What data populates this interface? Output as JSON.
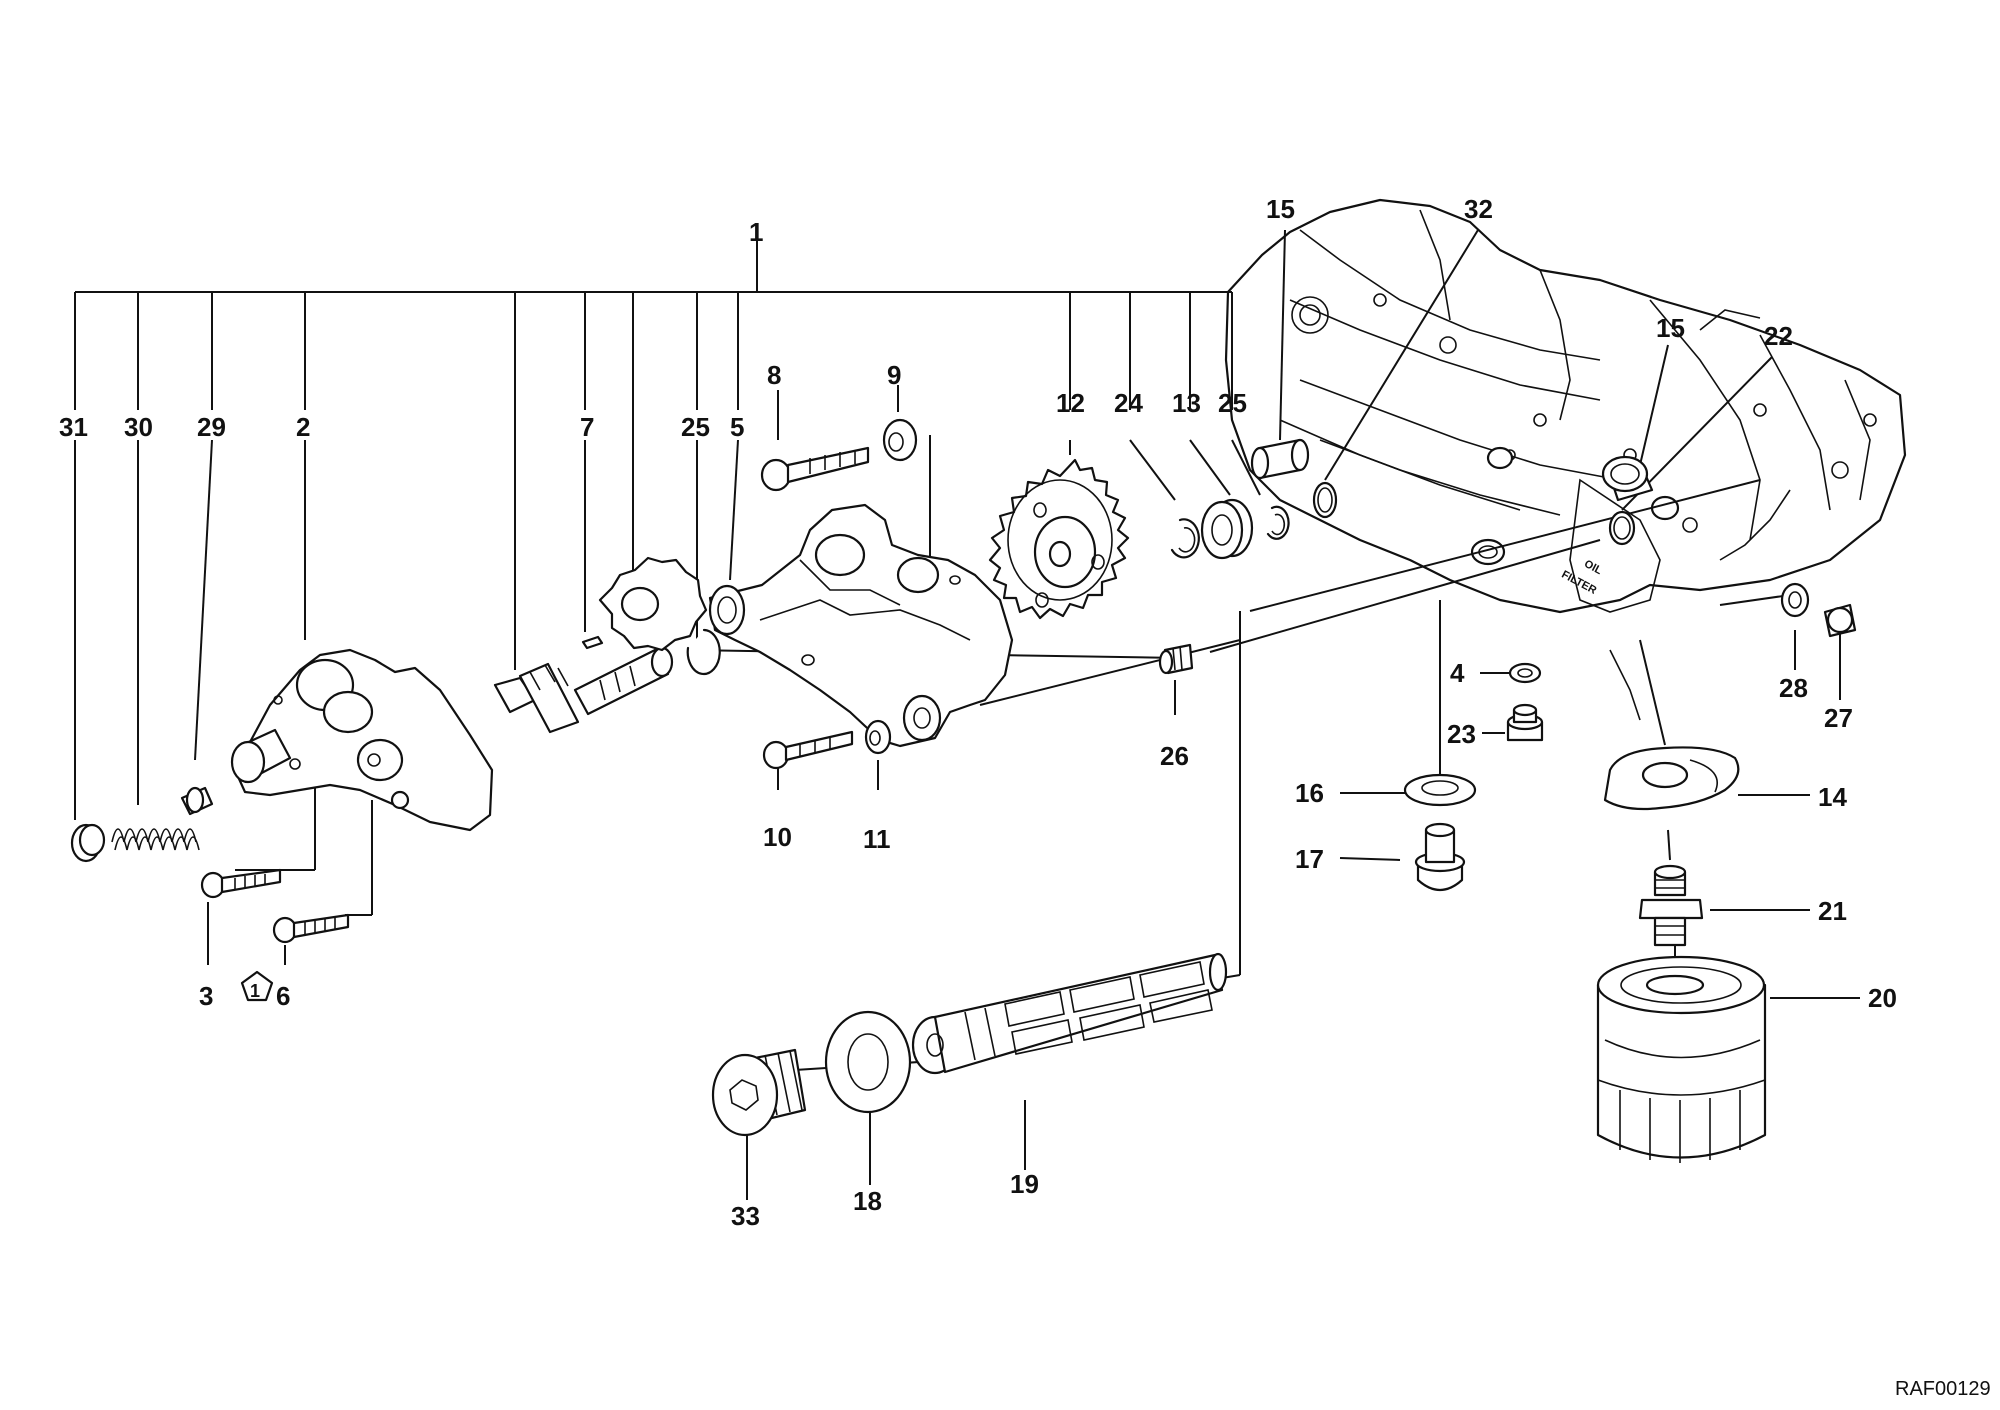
{
  "diagram": {
    "code": "RAF00129",
    "note_symbol": "1",
    "crankcase_text": [
      "OIL",
      "FILTER"
    ]
  },
  "labels": {
    "p1": "1",
    "p2": "2",
    "p3": "3",
    "p4": "4",
    "p5": "5",
    "p6": "6",
    "p7": "7",
    "p8": "8",
    "p9": "9",
    "p10": "10",
    "p11": "11",
    "p12": "12",
    "p13": "13",
    "p14": "14",
    "p15a": "15",
    "p15b": "15",
    "p16": "16",
    "p17": "17",
    "p18": "18",
    "p19": "19",
    "p20": "20",
    "p21": "21",
    "p22": "22",
    "p23": "23",
    "p24": "24",
    "p25a": "25",
    "p25b": "25",
    "p26": "26",
    "p27": "27",
    "p28": "28",
    "p29": "29",
    "p30": "30",
    "p31": "31",
    "p32": "32",
    "p33": "33"
  }
}
